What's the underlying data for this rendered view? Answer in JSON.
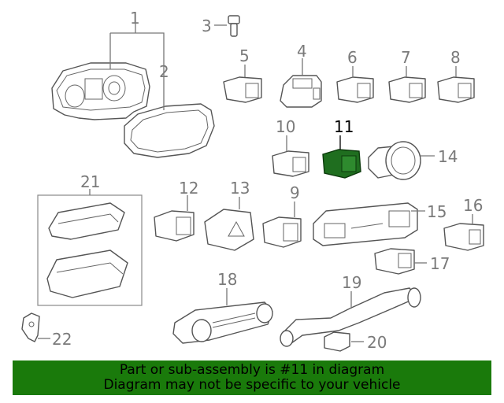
{
  "callouts": {
    "c1": "1",
    "c2": "2",
    "c3": "3",
    "c4": "4",
    "c5": "5",
    "c6": "6",
    "c7": "7",
    "c8": "8",
    "c9": "9",
    "c10": "10",
    "c11": "11",
    "c12": "12",
    "c13": "13",
    "c14": "14",
    "c15": "15",
    "c16": "16",
    "c17": "17",
    "c18": "18",
    "c19": "19",
    "c20": "20",
    "c21": "21",
    "c22": "22"
  },
  "highlight": {
    "part": "11",
    "color": "#1f6e1f"
  },
  "banner": {
    "line1": "Part or sub-assembly is #11 in diagram",
    "line2": "Diagram may not be specific to your vehicle",
    "color": "#1a7a0b"
  }
}
